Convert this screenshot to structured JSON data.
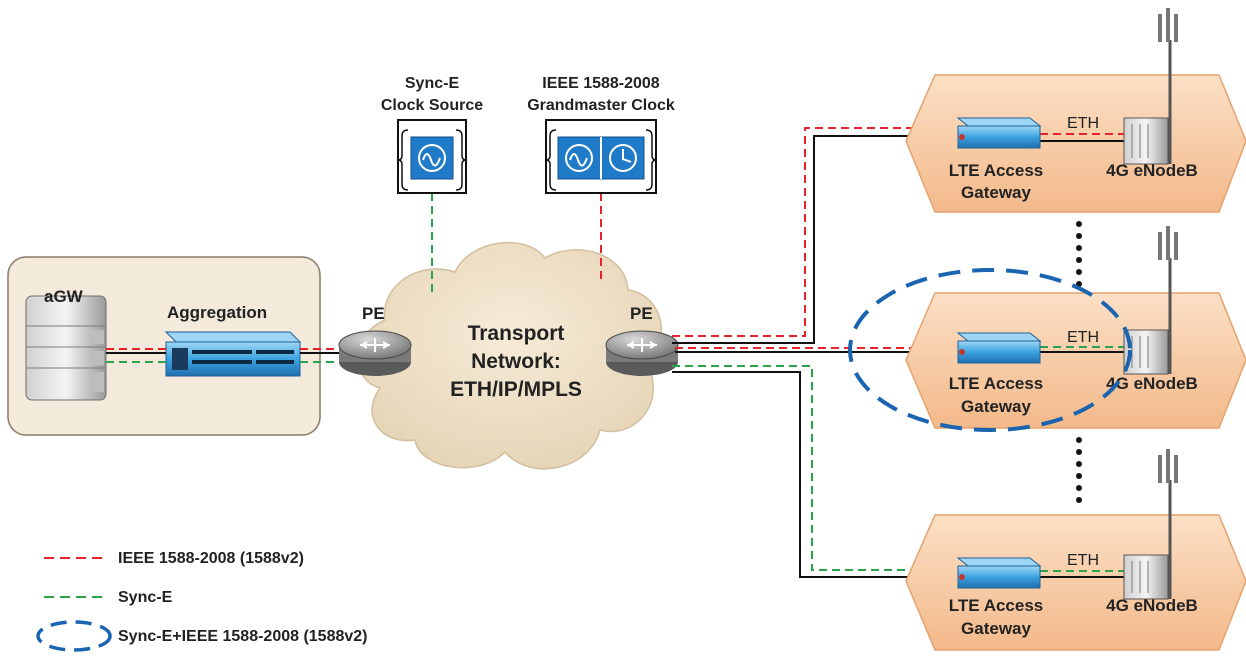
{
  "clock_sources": {
    "synce": {
      "line1": "Sync-E",
      "line2": "Clock Source"
    },
    "ieee": {
      "line1": "IEEE 1588-2008",
      "line2": "Grandmaster Clock"
    }
  },
  "core": {
    "agw_label": "aGW",
    "aggregation_label": "Aggregation",
    "pe_left_label": "PE",
    "pe_right_label": "PE",
    "transport": {
      "line1": "Transport",
      "line2": "Network:",
      "line3": "ETH/IP/MPLS"
    }
  },
  "sites": [
    {
      "gateway_line1": "LTE Access",
      "gateway_line2": "Gateway",
      "enodeb_label": "4G eNodeB",
      "link_label": "ETH"
    },
    {
      "gateway_line1": "LTE Access",
      "gateway_line2": "Gateway",
      "enodeb_label": "4G eNodeB",
      "link_label": "ETH"
    },
    {
      "gateway_line1": "LTE Access",
      "gateway_line2": "Gateway",
      "enodeb_label": "4G eNodeB",
      "link_label": "ETH"
    }
  ],
  "legend": {
    "ieee": "IEEE 1588-2008 (1588v2)",
    "synce": "Sync-E",
    "combined": "Sync-E+IEEE 1588-2008 (1588v2)"
  },
  "colors": {
    "ieee_line": "#e8222a",
    "synce_line": "#2aa34a",
    "combined_ellipse": "#1a64b0",
    "site_fill": "#f7c9a0",
    "device_blue": "#2e8fd0"
  }
}
